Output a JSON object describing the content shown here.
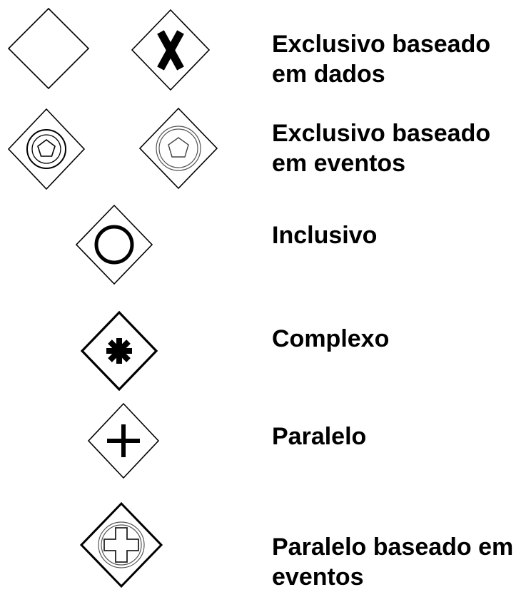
{
  "legend": {
    "rows": [
      {
        "id": "data-exclusive",
        "label_lines": [
          "Exclusivo baseado",
          "em dados"
        ]
      },
      {
        "id": "event-exclusive",
        "label_lines": [
          "Exclusivo baseado",
          "em eventos"
        ]
      },
      {
        "id": "inclusive",
        "label_lines": [
          "Inclusivo"
        ]
      },
      {
        "id": "complex",
        "label_lines": [
          "Complexo"
        ]
      },
      {
        "id": "parallel",
        "label_lines": [
          "Paralelo"
        ]
      },
      {
        "id": "event-parallel",
        "label_lines": [
          "Paralelo baseado em",
          "eventos"
        ]
      }
    ]
  },
  "icons": [
    "plain-diamond-icon",
    "exclusive-x-diamond-icon",
    "event-pentagon-diamond-icon",
    "inclusive-circle-diamond-icon",
    "complex-asterisk-diamond-icon",
    "parallel-plus-diamond-icon",
    "parallel-event-plus-diamond-icon"
  ],
  "colors": {
    "stroke": "#000000",
    "background": "#ffffff",
    "text": "#000000"
  }
}
